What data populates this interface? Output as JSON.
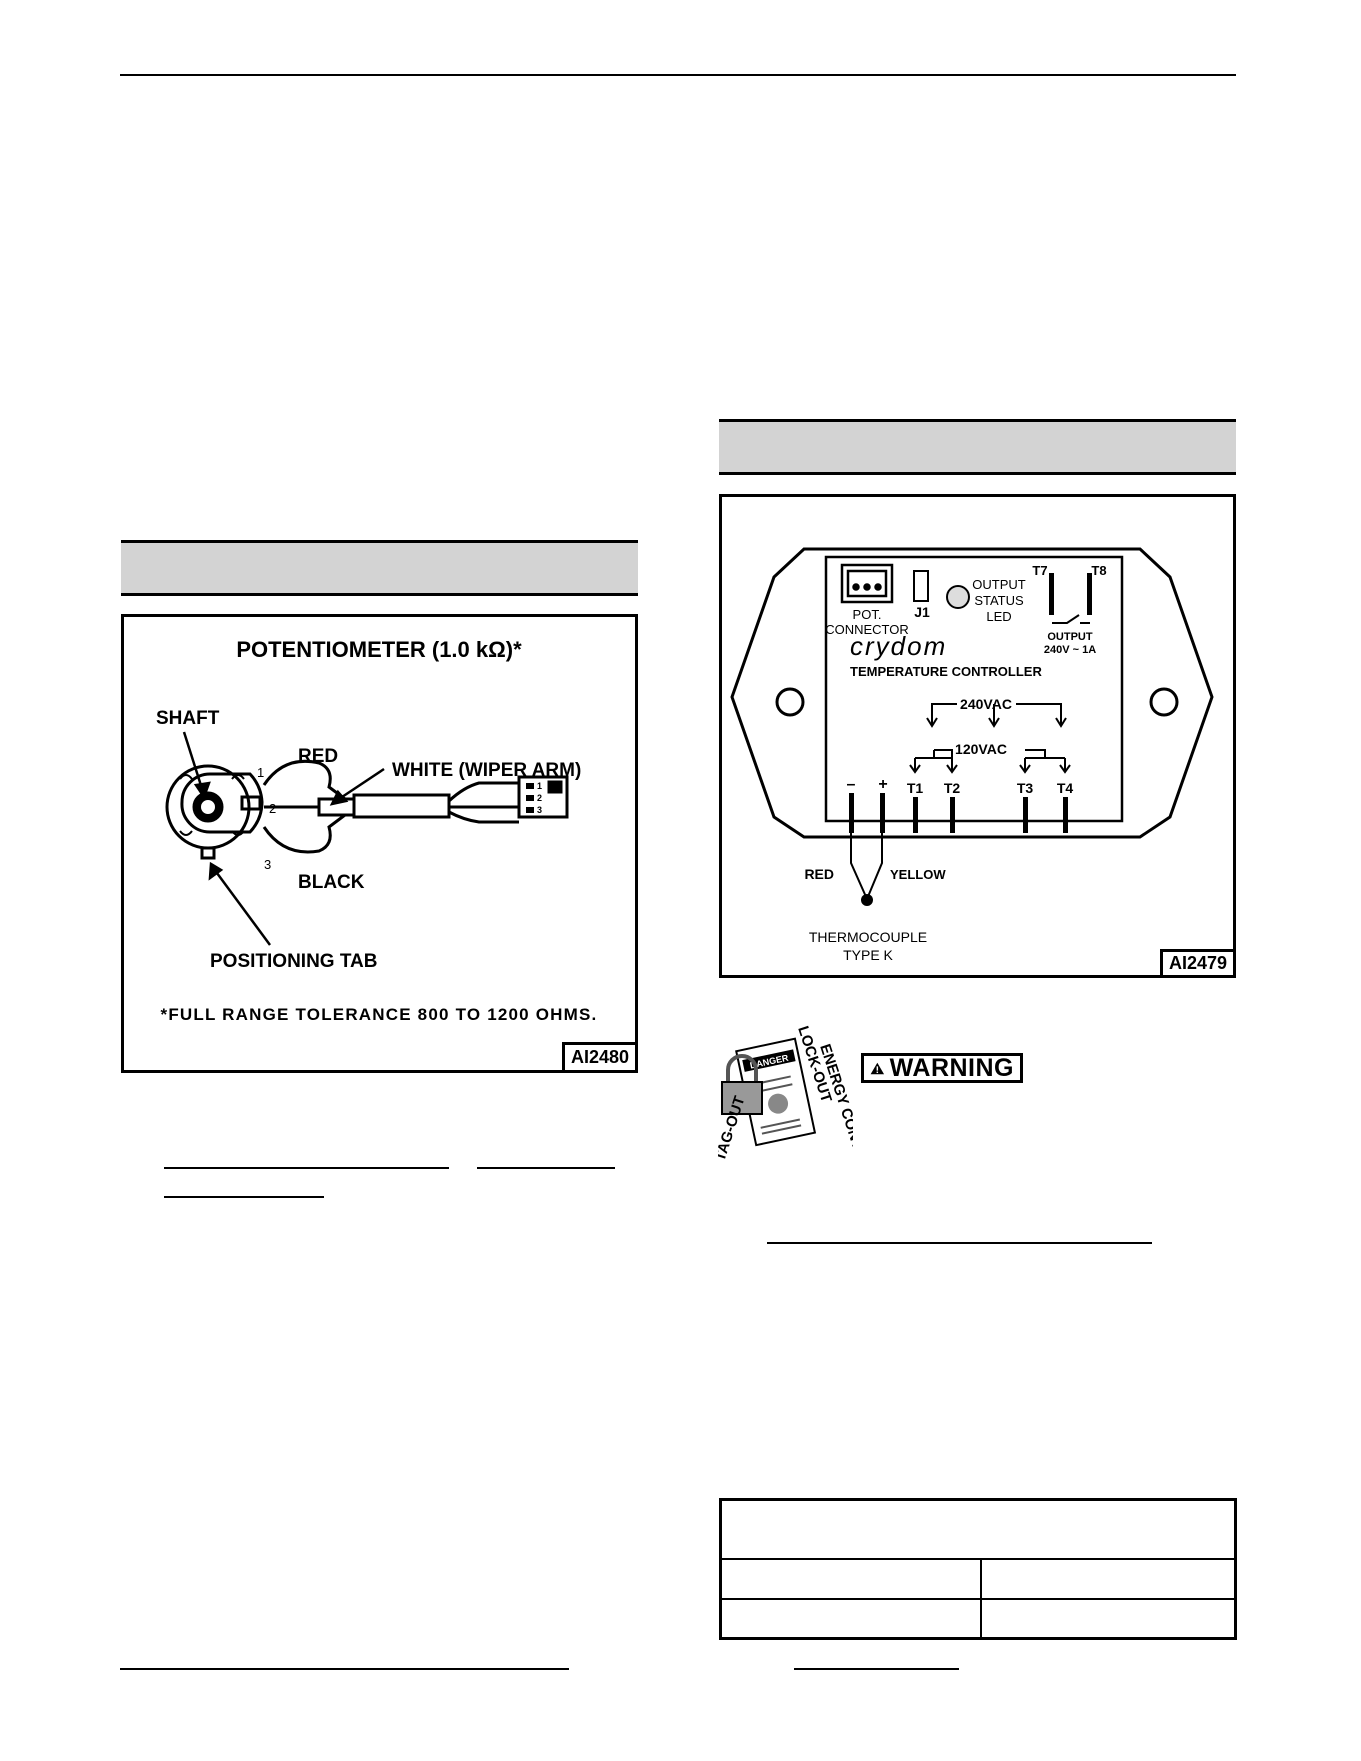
{
  "potentiometer_figure": {
    "title": "POTENTIOMETER (1.0 kΩ)*",
    "labels": {
      "shaft": "SHAFT",
      "red": "RED",
      "white": "WHITE (WIPER ARM)",
      "black": "BLACK",
      "positioning_tab": "POSITIONING TAB",
      "pin1": "1",
      "pin2": "2",
      "pin3": "3",
      "conn1": "1",
      "conn2": "2",
      "conn3": "3"
    },
    "note": "*FULL RANGE TOLERANCE 800 TO 1200 OHMS.",
    "figure_id": "AI2480"
  },
  "controller_figure": {
    "brand": "crydom",
    "product": "TEMPERATURE CONTROLLER",
    "pot_connector": [
      "POT.",
      "CONNECTOR"
    ],
    "j1": "J1",
    "led": [
      "OUTPUT",
      "STATUS",
      "LED"
    ],
    "t7": "T7",
    "t8": "T8",
    "output": [
      "OUTPUT",
      "240V ~ 1A"
    ],
    "v240": "240VAC",
    "v120": "120VAC",
    "terminals": [
      "T1",
      "T2",
      "T3",
      "T4"
    ],
    "minus": "–",
    "plus": "+",
    "red": "RED",
    "yellow": "YELLOW",
    "thermocouple": [
      "THERMOCOUPLE",
      "TYPE  K"
    ],
    "figure_id": "AI2479"
  },
  "lockout_tag": {
    "lock_out": "LOCK-OUT",
    "tag_out": "TAG-OUT",
    "energy_control": "ENERGY CONTROL",
    "danger": "DANGER"
  },
  "warning": {
    "label": "WARNING"
  }
}
